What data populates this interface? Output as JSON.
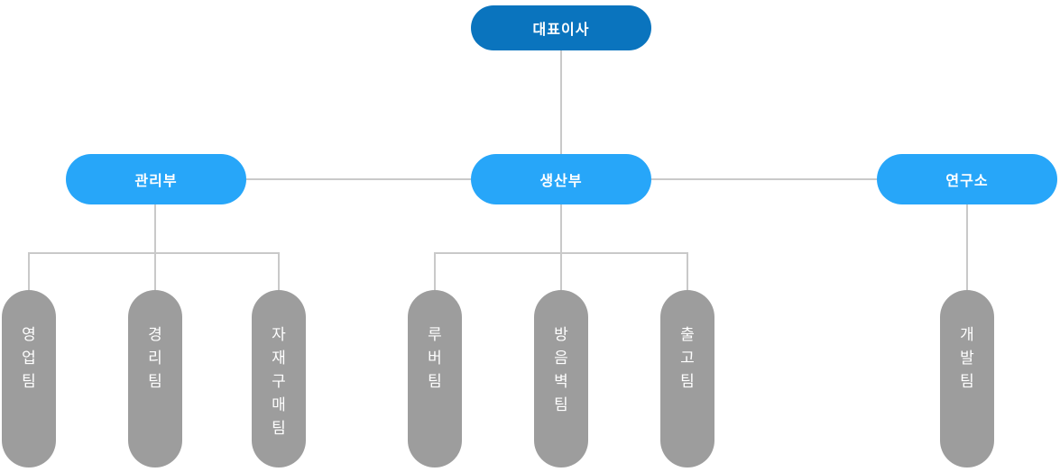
{
  "colors": {
    "root-fill": "#0a74be",
    "dept-fill": "#27a6f9",
    "team-fill": "#9d9d9d",
    "line": "#c9c9c9",
    "node-text": "#ffffff"
  },
  "org_chart": {
    "type": "organization-chart",
    "root": {
      "label": "대표이사"
    },
    "departments": [
      {
        "label": "관리부",
        "teams": [
          "영업팀",
          "경리팀",
          "자재구매팀"
        ]
      },
      {
        "label": "생산부",
        "teams": [
          "루버팀",
          "방음벽팀",
          "출고팀"
        ]
      },
      {
        "label": "연구소",
        "teams": [
          "개발팀"
        ]
      }
    ]
  }
}
